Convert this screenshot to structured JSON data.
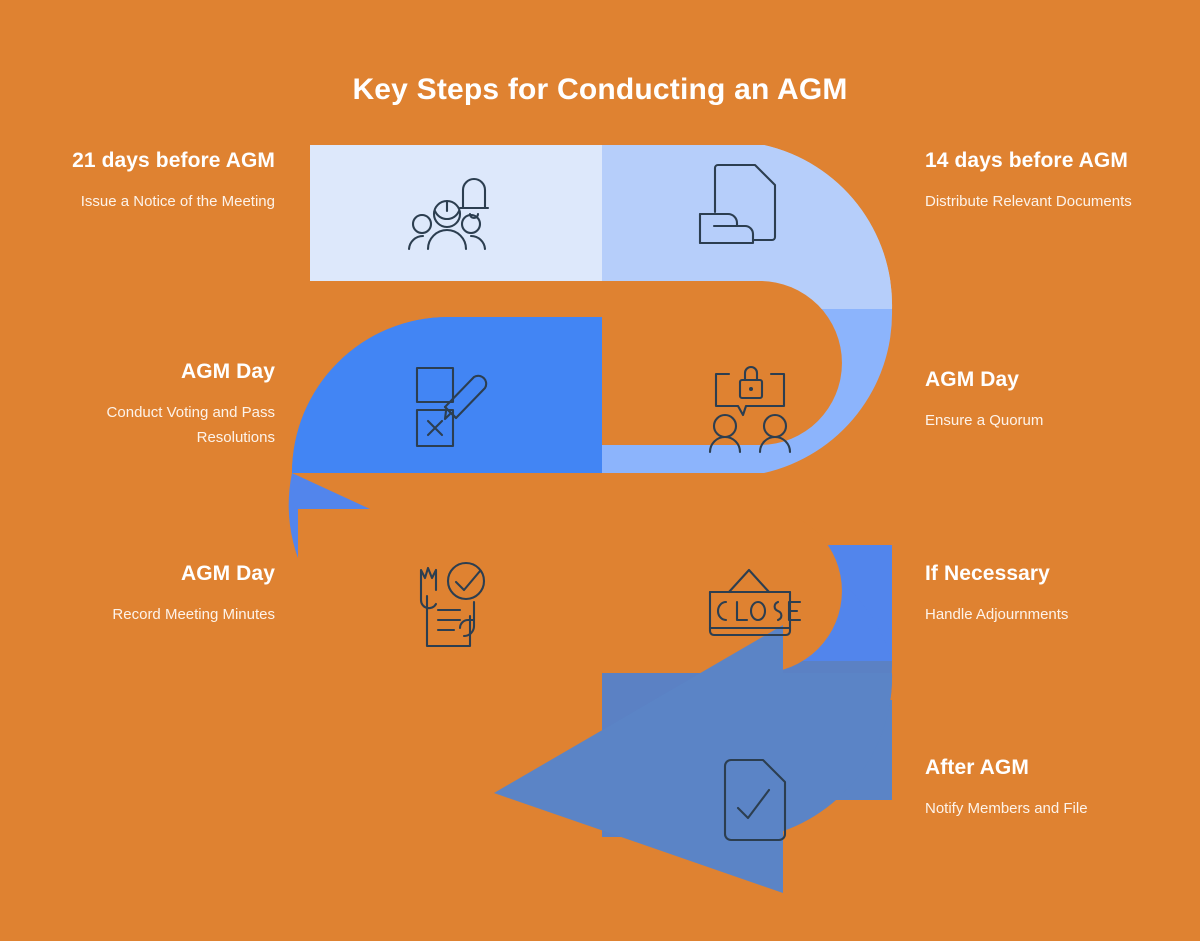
{
  "page": {
    "title": "Key Steps for Conducting an AGM",
    "background_color": "#df8231",
    "title_color": "#ffffff"
  },
  "colors": {
    "background_orange": "#df8231",
    "band_1": "#dde8fb",
    "band_2": "#b6cefa",
    "band_3": "#8cb4fc",
    "band_4": "#4285f4",
    "band_5": "#5285ec",
    "band_6": "#5b81c4",
    "arrow": "#5b84c6",
    "icon_stroke": "#2c3e50",
    "label_heading": "#ffffff",
    "label_body": "#fdf3ea"
  },
  "steps": [
    {
      "id": "step-1",
      "side": "left",
      "heading": "21 days before AGM",
      "description": "Issue a Notice of the Meeting",
      "icon": "people-bell-icon",
      "band_color": "#dde8fb"
    },
    {
      "id": "step-2",
      "side": "right",
      "heading": "14 days before AGM",
      "description": "Distribute Relevant Documents",
      "icon": "document-distribute-icon",
      "band_color": "#b6cefa"
    },
    {
      "id": "step-3",
      "side": "left",
      "heading": "AGM Day",
      "description": "Conduct Voting and Pass Resolutions",
      "icon": "ballot-pencil-icon",
      "band_color": "#4285f4"
    },
    {
      "id": "step-4",
      "side": "right",
      "heading": "AGM Day",
      "description": "Ensure a Quorum",
      "icon": "people-lock-chat-icon",
      "band_color": "#8cb4fc"
    },
    {
      "id": "step-5",
      "side": "left",
      "heading": "AGM Day",
      "description": "Record Meeting Minutes",
      "icon": "hand-document-check-icon",
      "band_color": "#5285ec"
    },
    {
      "id": "step-6",
      "side": "right",
      "heading": "If Necessary",
      "description": "Handle Adjournments",
      "icon": "close-sign-icon",
      "band_color": "#5285ec"
    },
    {
      "id": "step-7",
      "side": "right",
      "heading": "After AGM",
      "description": "Notify Members and File",
      "icon": "document-check-icon",
      "band_color": "#5b81c4"
    }
  ]
}
